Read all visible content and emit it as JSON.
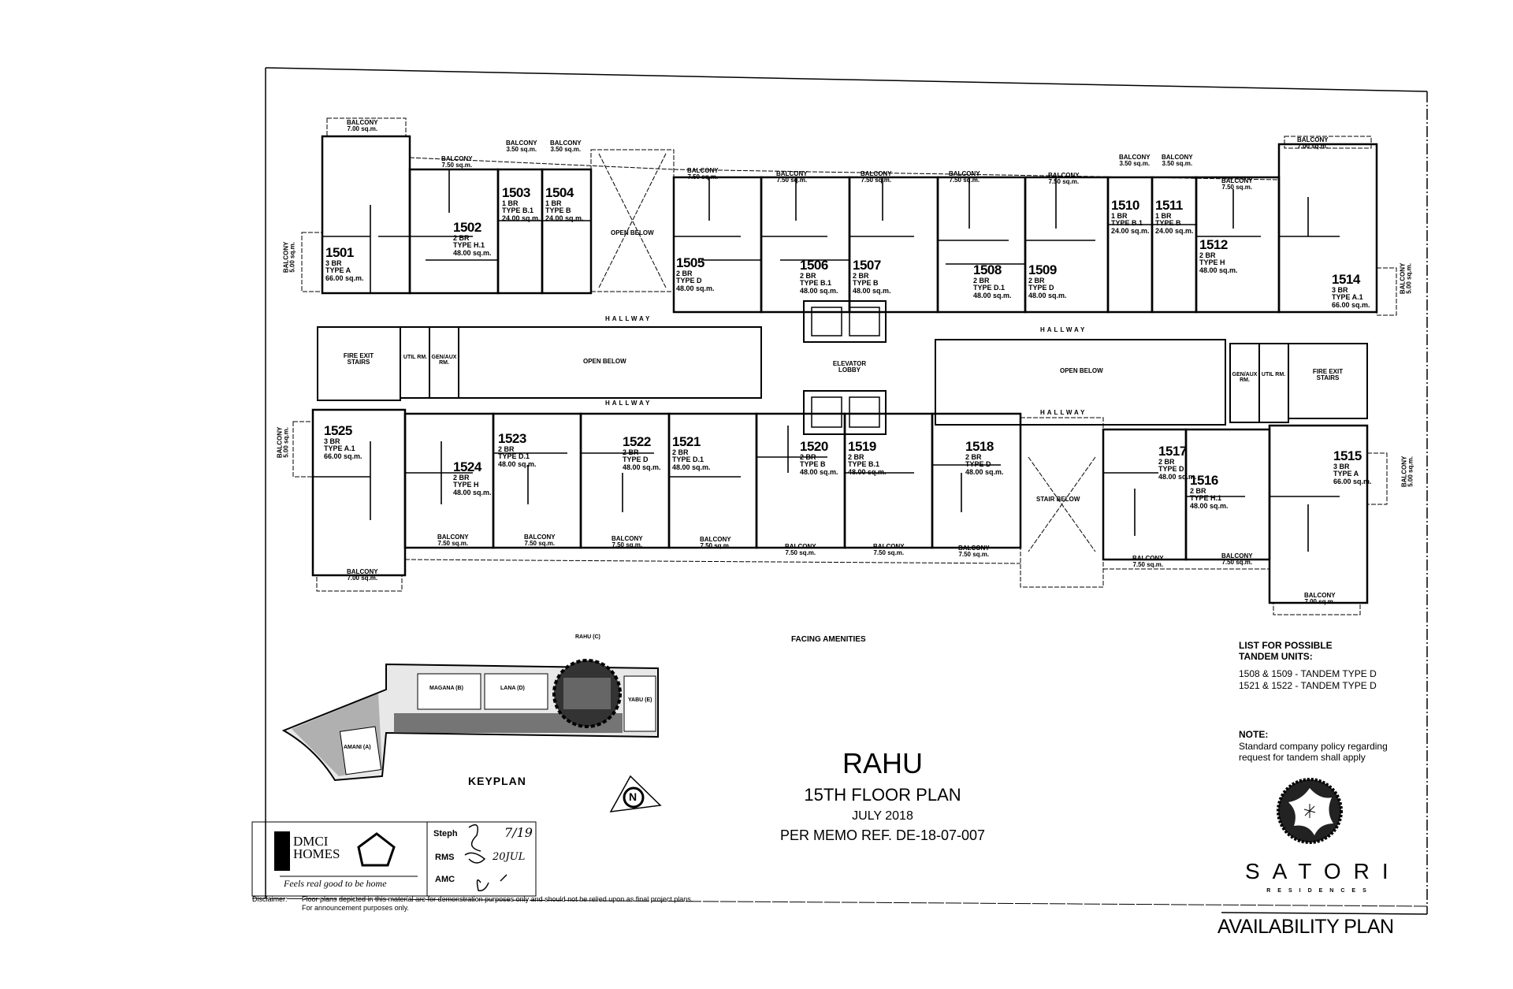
{
  "plan": {
    "building": "RAHU",
    "floor_title": "15TH FLOOR PLAN",
    "date": "JULY 2018",
    "memo_ref": "PER MEMO REF. DE-18-07-007",
    "facing": "FACING AMENITIES",
    "availability": "AVAILABILITY PLAN"
  },
  "units": [
    {
      "number": "1501",
      "br": "3 BR",
      "type": "TYPE A",
      "area": "66.00 sq.m."
    },
    {
      "number": "1502",
      "br": "2 BR",
      "type": "TYPE H.1",
      "area": "48.00 sq.m."
    },
    {
      "number": "1503",
      "br": "1 BR",
      "type": "TYPE B.1",
      "area": "24.00 sq.m."
    },
    {
      "number": "1504",
      "br": "1 BR",
      "type": "TYPE B",
      "area": "24.00 sq.m."
    },
    {
      "number": "1505",
      "br": "2 BR",
      "type": "TYPE D",
      "area": "48.00 sq.m."
    },
    {
      "number": "1506",
      "br": "2 BR",
      "type": "TYPE B.1",
      "area": "48.00 sq.m."
    },
    {
      "number": "1507",
      "br": "2 BR",
      "type": "TYPE B",
      "area": "48.00 sq.m."
    },
    {
      "number": "1508",
      "br": "2 BR",
      "type": "TYPE D.1",
      "area": "48.00 sq.m."
    },
    {
      "number": "1509",
      "br": "2 BR",
      "type": "TYPE D",
      "area": "48.00 sq.m."
    },
    {
      "number": "1510",
      "br": "1 BR",
      "type": "TYPE B.1",
      "area": "24.00 sq.m."
    },
    {
      "number": "1511",
      "br": "1 BR",
      "type": "TYPE B",
      "area": "24.00 sq.m."
    },
    {
      "number": "1512",
      "br": "2 BR",
      "type": "TYPE H",
      "area": "48.00 sq.m."
    },
    {
      "number": "1514",
      "br": "3 BR",
      "type": "TYPE A.1",
      "area": "66.00 sq.m."
    },
    {
      "number": "1525",
      "br": "3 BR",
      "type": "TYPE A.1",
      "area": "66.00 sq.m."
    },
    {
      "number": "1524",
      "br": "2 BR",
      "type": "TYPE H",
      "area": "48.00 sq.m."
    },
    {
      "number": "1523",
      "br": "2 BR",
      "type": "TYPE D.1",
      "area": "48.00 sq.m."
    },
    {
      "number": "1522",
      "br": "2 BR",
      "type": "TYPE D",
      "area": "48.00 sq.m."
    },
    {
      "number": "1521",
      "br": "2 BR",
      "type": "TYPE D.1",
      "area": "48.00 sq.m."
    },
    {
      "number": "1520",
      "br": "2 BR",
      "type": "TYPE B",
      "area": "48.00 sq.m."
    },
    {
      "number": "1519",
      "br": "2 BR",
      "type": "TYPE B.1",
      "area": "48.00 sq.m."
    },
    {
      "number": "1518",
      "br": "2 BR",
      "type": "TYPE D",
      "area": "48.00 sq.m."
    },
    {
      "number": "1517",
      "br": "2 BR",
      "type": "TYPE D",
      "area": "48.00 sq.m."
    },
    {
      "number": "1516",
      "br": "2 BR",
      "type": "TYPE H.1",
      "area": "48.00 sq.m."
    },
    {
      "number": "1515",
      "br": "3 BR",
      "type": "TYPE A",
      "area": "66.00 sq.m."
    }
  ],
  "balconies": [
    {
      "label": "BALCONY",
      "area": "7.00 sq.m."
    },
    {
      "label": "BALCONY",
      "area": "5.00 sq.m."
    },
    {
      "label": "BALCONY",
      "area": "7.50 sq.m."
    },
    {
      "label": "BALCONY",
      "area": "3.50 sq.m."
    },
    {
      "label": "BALCONY",
      "area": "3.50 sq.m."
    },
    {
      "label": "BALCONY",
      "area": "7.50 sq.m."
    },
    {
      "label": "BALCONY",
      "area": "7.50 sq.m."
    },
    {
      "label": "BALCONY",
      "area": "7.50 sq.m."
    },
    {
      "label": "BALCONY",
      "area": "7.50 sq.m."
    },
    {
      "label": "BALCONY",
      "area": "7.50 sq.m."
    },
    {
      "label": "BALCONY",
      "area": "3.50 sq.m."
    },
    {
      "label": "BALCONY",
      "area": "3.50 sq.m."
    },
    {
      "label": "BALCONY",
      "area": "7.50 sq.m."
    },
    {
      "label": "BALCONY",
      "area": "7.00 sq.m."
    },
    {
      "label": "BALCONY",
      "area": "5.00 sq.m."
    },
    {
      "label": "BALCONY",
      "area": "5.00 sq.m."
    },
    {
      "label": "BALCONY",
      "area": "7.00 sq.m."
    },
    {
      "label": "BALCONY",
      "area": "7.50 sq.m."
    },
    {
      "label": "BALCONY",
      "area": "7.50 sq.m."
    },
    {
      "label": "BALCONY",
      "area": "7.50 sq.m."
    },
    {
      "label": "BALCONY",
      "area": "7.50 sq.m."
    },
    {
      "label": "BALCONY",
      "area": "7.50 sq.m."
    },
    {
      "label": "BALCONY",
      "area": "7.50 sq.m."
    },
    {
      "label": "BALCONY",
      "area": "7.50 sq.m."
    },
    {
      "label": "BALCONY",
      "area": "7.50 sq.m."
    },
    {
      "label": "BALCONY",
      "area": "7.50 sq.m."
    },
    {
      "label": "BALCONY",
      "area": "7.00 sq.m."
    },
    {
      "label": "BALCONY",
      "area": "5.00 sq.m."
    }
  ],
  "common_areas": {
    "hallway": "HALLWAY",
    "open_below": "OPEN BELOW",
    "stair_below": "STAIR BELOW",
    "fire_exit": "FIRE EXIT STAIRS",
    "util_rm": "UTIL RM.",
    "gen_aux_rm": "GEN/AUX RM.",
    "elevator_lobby": "ELEVATOR LOBBY"
  },
  "keyplan": {
    "label": "KEYPLAN",
    "north": "N",
    "buildings": [
      "AMANI (A)",
      "MAGANA (B)",
      "RAHU (C)",
      "LANA (D)",
      "YABU (E)"
    ]
  },
  "tandem": {
    "heading": "LIST FOR POSSIBLE TANDEM UNITS:",
    "items": [
      "1508 & 1509 - TANDEM TYPE D",
      "1521 & 1522 - TANDEM TYPE D"
    ],
    "note_heading": "NOTE:",
    "note": "Standard company policy regarding request for tandem shall apply"
  },
  "developer": {
    "name": "DMCI HOMES",
    "tagline": "Feels real good to be home"
  },
  "signoff": {
    "rows": [
      {
        "label": "Steph",
        "date": "7/19"
      },
      {
        "label": "RMS",
        "date": "20JUL"
      },
      {
        "label": "AMC",
        "date": ""
      }
    ]
  },
  "brand": {
    "name": "SATORI",
    "sub": "RESIDENCES"
  },
  "disclaimer": {
    "label": "Disclaimer:",
    "line1": "Floor plans depicted in this material are for demonstration purposes only and should not be relied upon as final project plans.",
    "line2": "For announcement purposes only."
  }
}
